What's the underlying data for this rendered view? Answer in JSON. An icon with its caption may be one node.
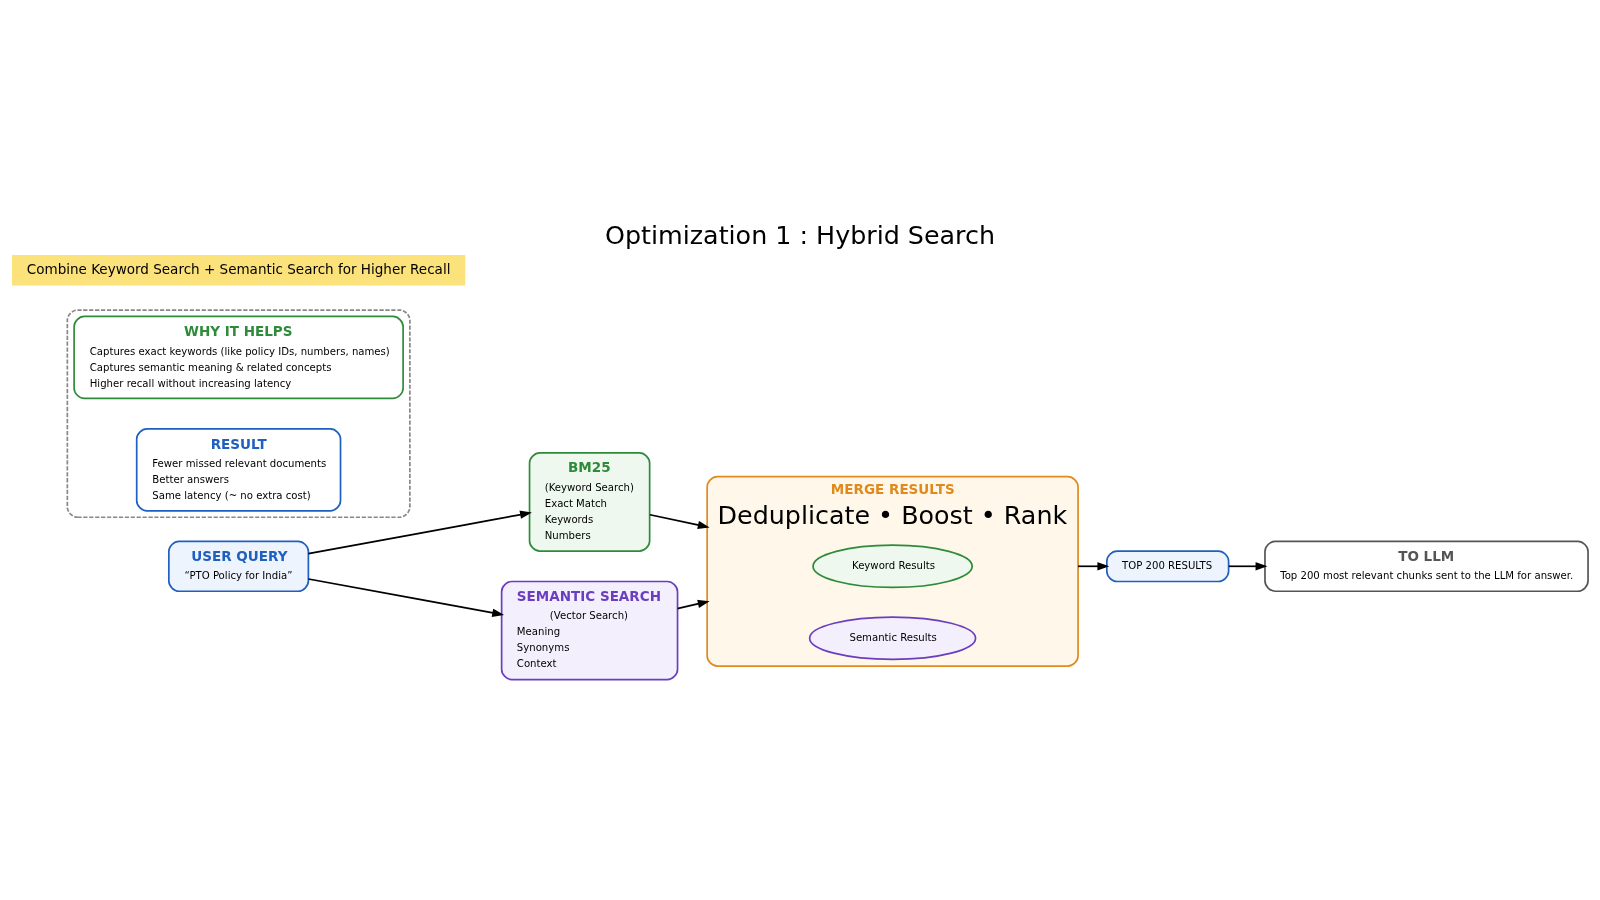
{
  "diagram": {
    "title": "Optimization 1 : Hybrid Search",
    "nodes": [
      {
        "text": [
          "USER QUERY",
          "“PTO Policy for India”"
        ]
      },
      {
        "text": [
          "BM25",
          "(Keyword Search)",
          "Exact Match",
          "Keywords",
          "Numbers"
        ]
      },
      {
        "text": [
          "SEMANTIC SEARCH",
          "(Vector Search)",
          "Meaning",
          "Synonyms",
          "Context"
        ]
      },
      {
        "text": [
          "MERGE RESULTS",
          "Deduplicate • Boost • Rank"
        ]
      },
      {
        "text": [
          "Keyword Results"
        ],
        "in": 3
      },
      {
        "text": [
          "Semantic Results"
        ],
        "in": 3
      },
      {
        "text": [
          "TOP 200 RESULTS"
        ]
      },
      {
        "text": [
          "TO LLM",
          "Top 200 most relevant chunks sent to the LLM for answer."
        ]
      },
      {
        "text": [],
        "shape": "box"
      },
      {
        "text": [
          "WHY IT HELPS",
          "Captures exact keywords (like policy IDs, numbers, names)",
          "Captures semantic meaning & related concepts",
          "Higher recall without increasing latency"
        ],
        "in": 8
      },
      {
        "text": [
          "RESULT",
          "Fewer missed relevant documents",
          "Better answers",
          "Same latency (~ no extra cost)"
        ],
        "in": 8
      }
    ],
    "edges": [
      {
        "from": 0,
        "to": 1,
        "arrow": "to"
      },
      {
        "from": 0,
        "to": 2,
        "arrow": "to"
      },
      {
        "from": 1,
        "to": 3,
        "arrow": "to"
      },
      {
        "from": 2,
        "to": 3,
        "arrow": "to"
      },
      {
        "from": 3,
        "to": 6,
        "arrow": "to"
      },
      {
        "from": 6,
        "to": 7,
        "arrow": "to"
      }
    ],
    "labels": [
      "Combine Keyword Search + Semantic Search for Higher Recall"
    ]
  }
}
